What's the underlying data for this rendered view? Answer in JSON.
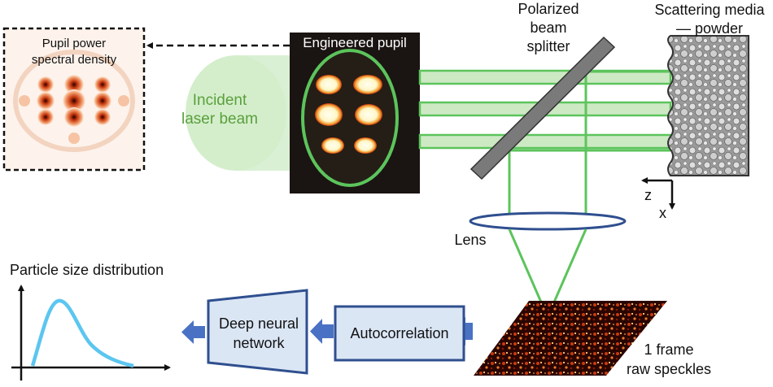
{
  "labels": {
    "psd_line1": "Pupil power",
    "psd_line2": "spectral density",
    "engineered_pupil": "Engineered pupil",
    "incident_line1": "Incident",
    "incident_line2": "laser beam",
    "pbs_line1": "Polarized",
    "pbs_line2": "beam",
    "pbs_line3": "splitter",
    "scatter_line1": "Scattering media",
    "scatter_line2": "— powder",
    "axis_z": "z",
    "axis_x": "x",
    "lens": "Lens",
    "psd_title": "Particle size distribution",
    "dnn_line1": "Deep neural",
    "dnn_line2": "network",
    "autocorrelation": "Autocorrelation",
    "speckle_line1": "1 frame",
    "speckle_line2": "raw speckles"
  },
  "colors": {
    "beam_green": "#5cc45c",
    "beam_fill": "#cde9c4",
    "incident_text": "#5aa03c",
    "process_fill": "#dbe6f5",
    "process_stroke": "#2f4f8f",
    "flow_arrow": "#4a72c4",
    "curve": "#5bc6f0",
    "lens": "#2f4f8f",
    "splitter": "#777777"
  }
}
